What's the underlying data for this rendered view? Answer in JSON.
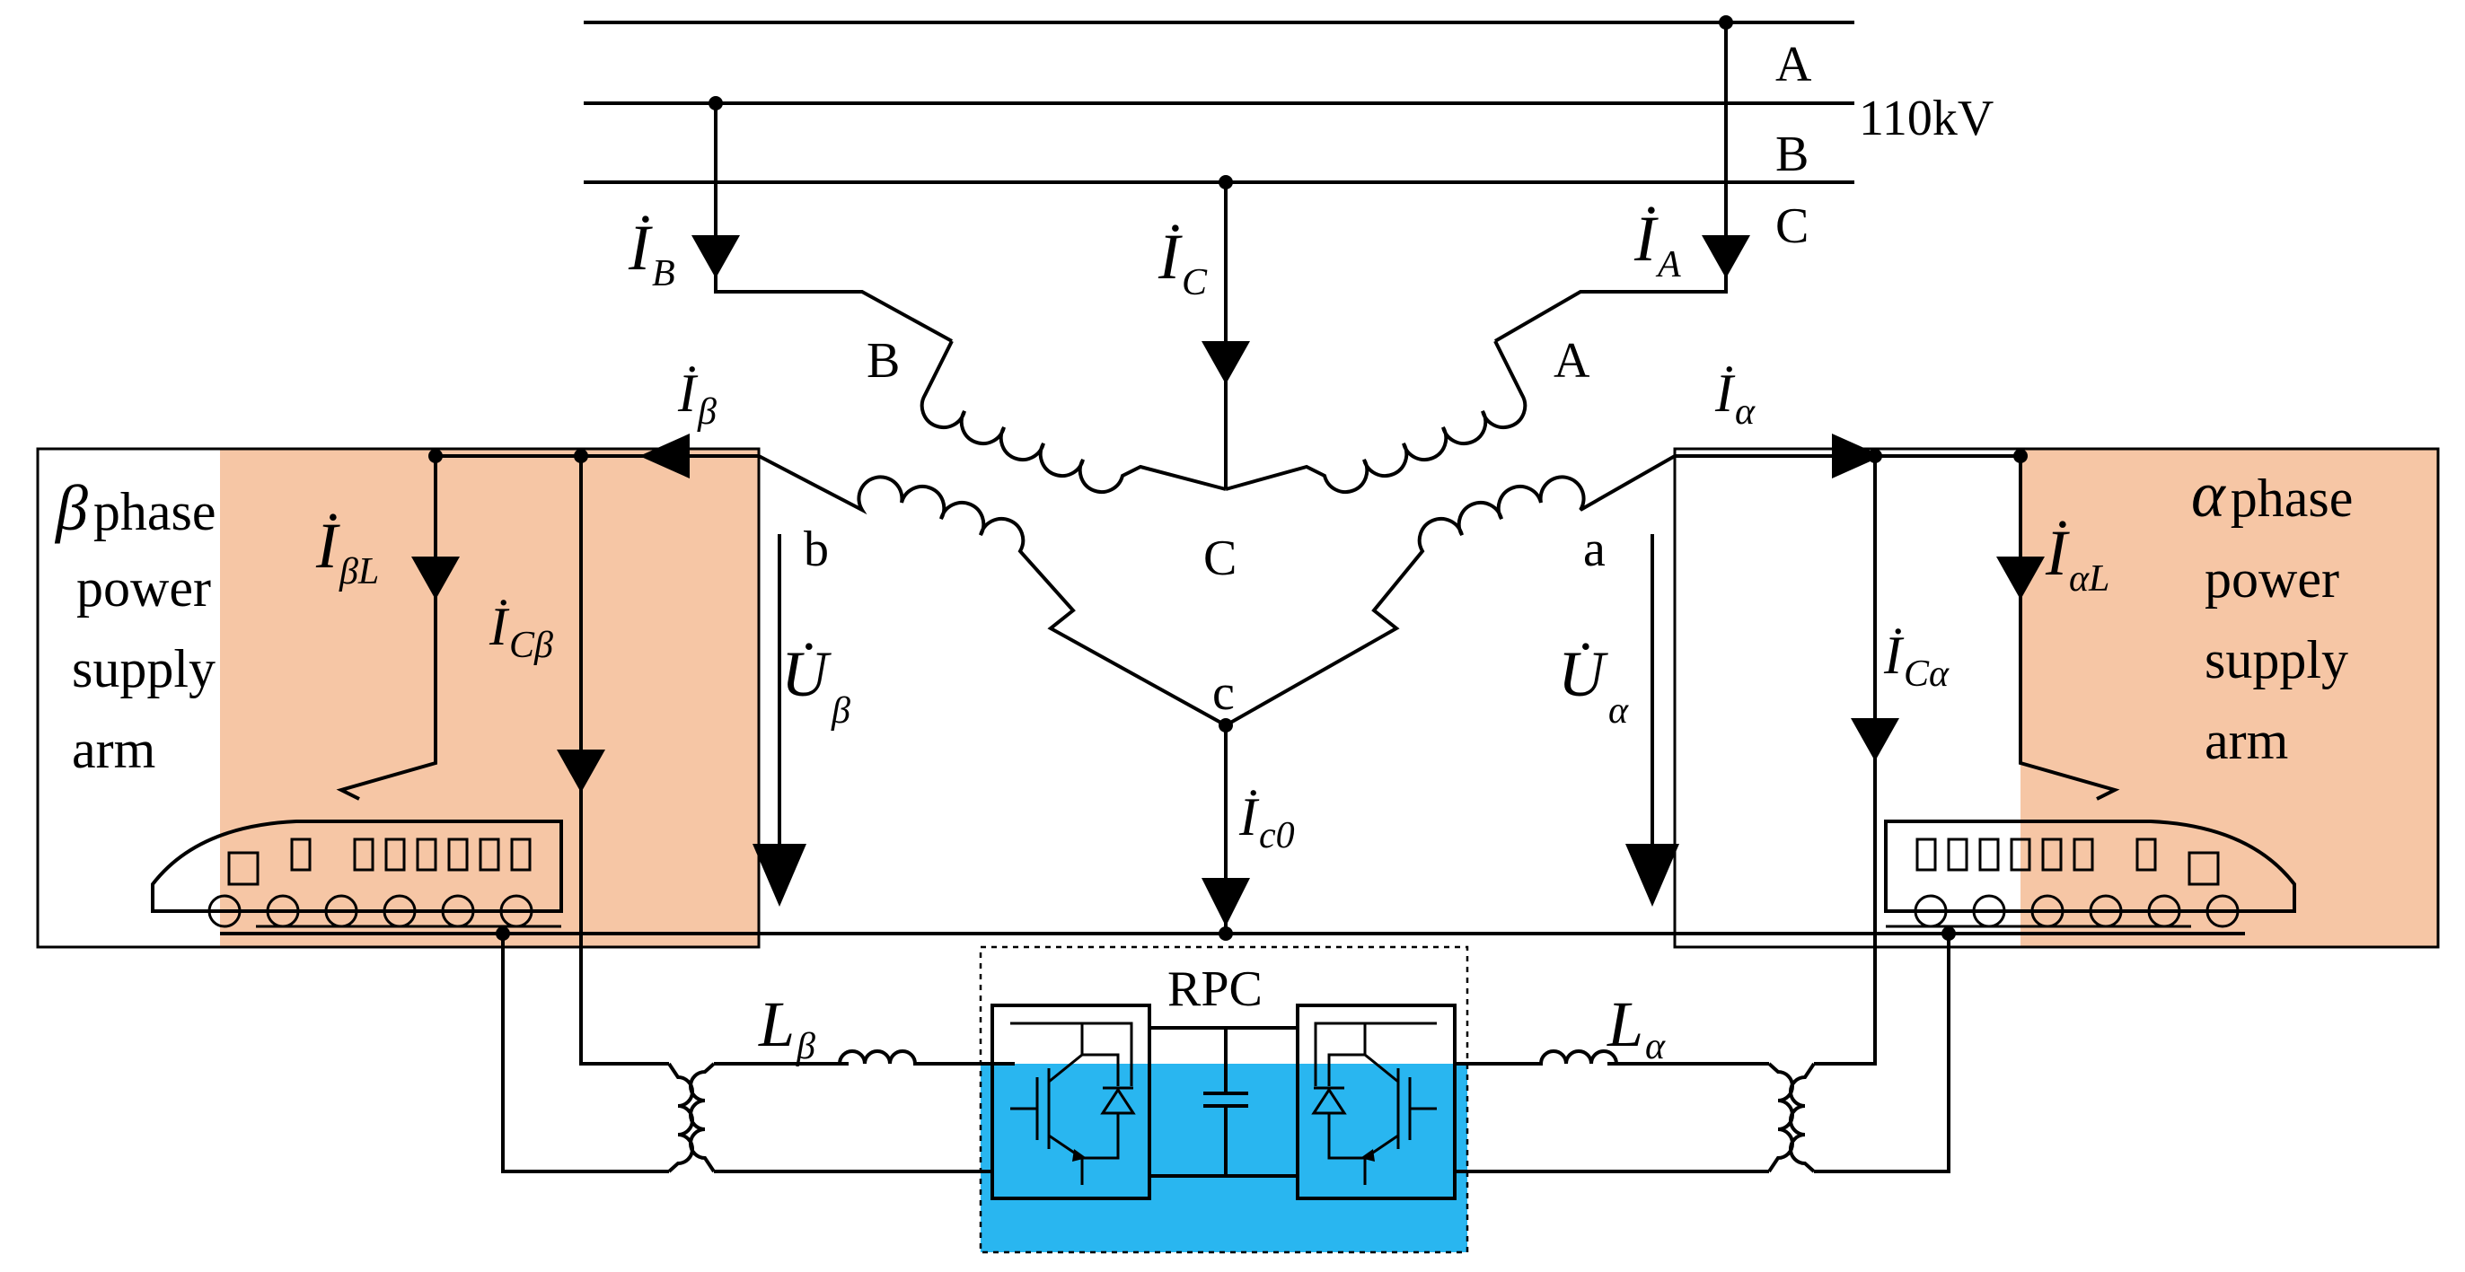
{
  "colors": {
    "beta_zone": "#f6c6a5",
    "alpha_zone": "#f6c6a5",
    "rpc_fill": "#29b6f0",
    "wire": "#000000"
  },
  "bus": {
    "phase_a": "A",
    "phase_b": "B",
    "phase_c": "C",
    "voltage": "110kV"
  },
  "transformer": {
    "primary_b": "B",
    "primary_a": "A",
    "primary_c": "C",
    "secondary_b": "b",
    "secondary_a": "a",
    "secondary_c": "c"
  },
  "currents": {
    "ib": {
      "sym": "İ",
      "sub": "B"
    },
    "ic": {
      "sym": "İ",
      "sub": "C"
    },
    "ia": {
      "sym": "İ",
      "sub": "A"
    },
    "ibeta": {
      "sym": "İ",
      "sub": "β"
    },
    "ialpha": {
      "sym": "İ",
      "sub": "α"
    },
    "ibetaL": {
      "sym": "İ",
      "sub": "βL"
    },
    "ialphaL": {
      "sym": "İ",
      "sub": "αL"
    },
    "icbeta": {
      "sym": "İ",
      "sub": "Cβ"
    },
    "icalpha": {
      "sym": "İ",
      "sub": "Cα"
    },
    "ic0": {
      "sym": "İ",
      "sub": "c0"
    }
  },
  "voltages": {
    "ubeta": {
      "sym": "U̇",
      "sub": "β"
    },
    "ualpha": {
      "sym": "U̇",
      "sub": "α"
    }
  },
  "arms": {
    "beta": {
      "symbol": "β",
      "line1": "phase",
      "line2": "power",
      "line3": "supply",
      "line4": "arm"
    },
    "alpha": {
      "symbol": "α",
      "line1": "phase",
      "line2": "power",
      "line3": "supply",
      "line4": "arm"
    }
  },
  "rpc": {
    "label": "RPC",
    "l_beta": {
      "sym": "L",
      "sub": "β"
    },
    "l_alpha": {
      "sym": "L",
      "sub": "α"
    }
  }
}
